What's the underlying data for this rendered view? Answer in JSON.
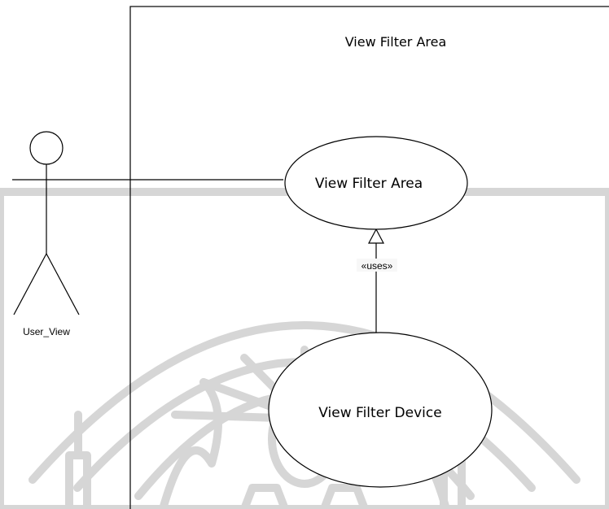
{
  "diagram": {
    "boundary_title": "View Filter Area",
    "actor": {
      "name": "User_View"
    },
    "use_cases": [
      {
        "id": "area",
        "label": "View Filter Area"
      },
      {
        "id": "device",
        "label": "View Filter Device"
      }
    ],
    "relations": [
      {
        "from": "User_View",
        "to": "area",
        "kind": "association"
      },
      {
        "from": "device",
        "to": "area",
        "kind": "uses",
        "label": "«uses»"
      }
    ]
  }
}
